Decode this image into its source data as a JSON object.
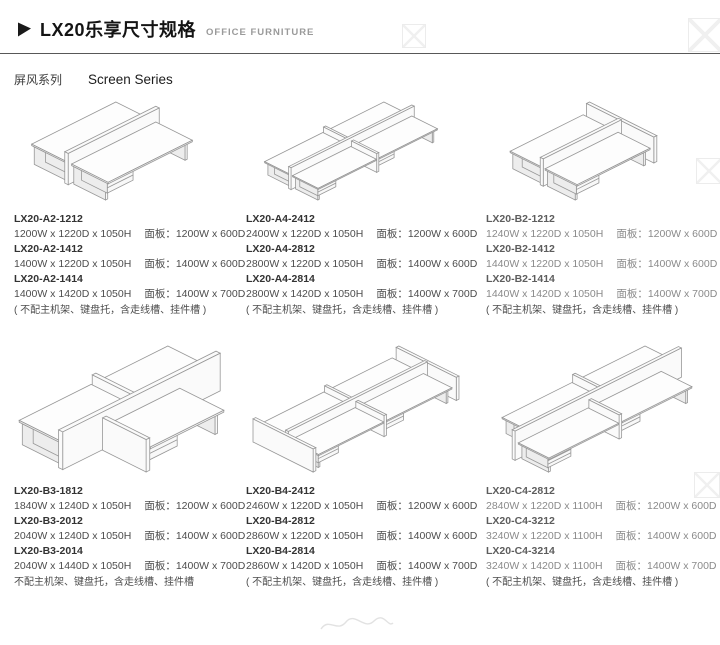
{
  "header": {
    "title": "LX20乐享尺寸规格",
    "subtitle": "OFFICE FURNITURE"
  },
  "section": {
    "series_cn": "屏风系列",
    "series_en": "Screen Series"
  },
  "panel_label": "面板：",
  "products": [
    {
      "variants": [
        {
          "model": "LX20-A2-1212",
          "size": "1200W x 1220D x 1050H",
          "panel": "1200W x 600D"
        },
        {
          "model": "LX20-A2-1412",
          "size": "1400W x 1220D x 1050H",
          "panel": "1400W x 600D"
        },
        {
          "model": "LX20-A2-1414",
          "size": "1400W x 1420D x 1050H",
          "panel": "1400W x 700D"
        }
      ],
      "note": "( 不配主机架、键盘托，含走线槽、挂件槽 )"
    },
    {
      "variants": [
        {
          "model": "LX20-A4-2412",
          "size": "2400W x 1220D x 1050H",
          "panel": "1200W x 600D"
        },
        {
          "model": "LX20-A4-2812",
          "size": "2800W x 1220D x 1050H",
          "panel": "1400W x 600D"
        },
        {
          "model": "LX20-A4-2814",
          "size": "2800W x 1420D x 1050H",
          "panel": "1400W x 700D"
        }
      ],
      "note": "( 不配主机架、键盘托，含走线槽、挂件槽 )"
    },
    {
      "variants": [
        {
          "model": "LX20-B2-1212",
          "size": "1240W x 1220D x 1050H",
          "panel": "1200W x 600D"
        },
        {
          "model": "LX20-B2-1412",
          "size": "1440W x 1220D x 1050H",
          "panel": "1400W x 600D"
        },
        {
          "model": "LX20-B2-1414",
          "size": "1440W x 1420D x 1050H",
          "panel": "1400W x 700D"
        }
      ],
      "note": "( 不配主机架、键盘托，含走线槽、挂件槽 )"
    },
    {
      "variants": [
        {
          "model": "LX20-B3-1812",
          "size": "1840W x 1240D x 1050H",
          "panel": "1200W x 600D"
        },
        {
          "model": "LX20-B3-2012",
          "size": "2040W x 1240D x 1050H",
          "panel": "1400W x 600D"
        },
        {
          "model": "LX20-B3-2014",
          "size": "2040W x 1440D x 1050H",
          "panel": "1400W x 700D"
        }
      ],
      "note": "不配主机架、键盘托，含走线槽、挂件槽"
    },
    {
      "variants": [
        {
          "model": "LX20-B4-2412",
          "size": "2460W x 1220D x 1050H",
          "panel": "1200W x 600D"
        },
        {
          "model": "LX20-B4-2812",
          "size": "2860W x 1220D x 1050H",
          "panel": "1400W x 600D"
        },
        {
          "model": "LX20-B4-2814",
          "size": "2860W x 1420D x 1050H",
          "panel": "1400W x 700D"
        }
      ],
      "note": "( 不配主机架、键盘托，含走线槽、挂件槽 )"
    },
    {
      "variants": [
        {
          "model": "LX20-C4-2812",
          "size": "2840W x 1220D x 1100H",
          "panel": "1200W x 600D"
        },
        {
          "model": "LX20-C4-3212",
          "size": "3240W x 1220D x 1100H",
          "panel": "1400W x 600D"
        },
        {
          "model": "LX20-C4-3214",
          "size": "3240W x 1420D x 1100H",
          "panel": "1400W x 700D"
        }
      ],
      "note": "( 不配主机架、键盘托，含走线槽、挂件槽 )"
    }
  ]
}
